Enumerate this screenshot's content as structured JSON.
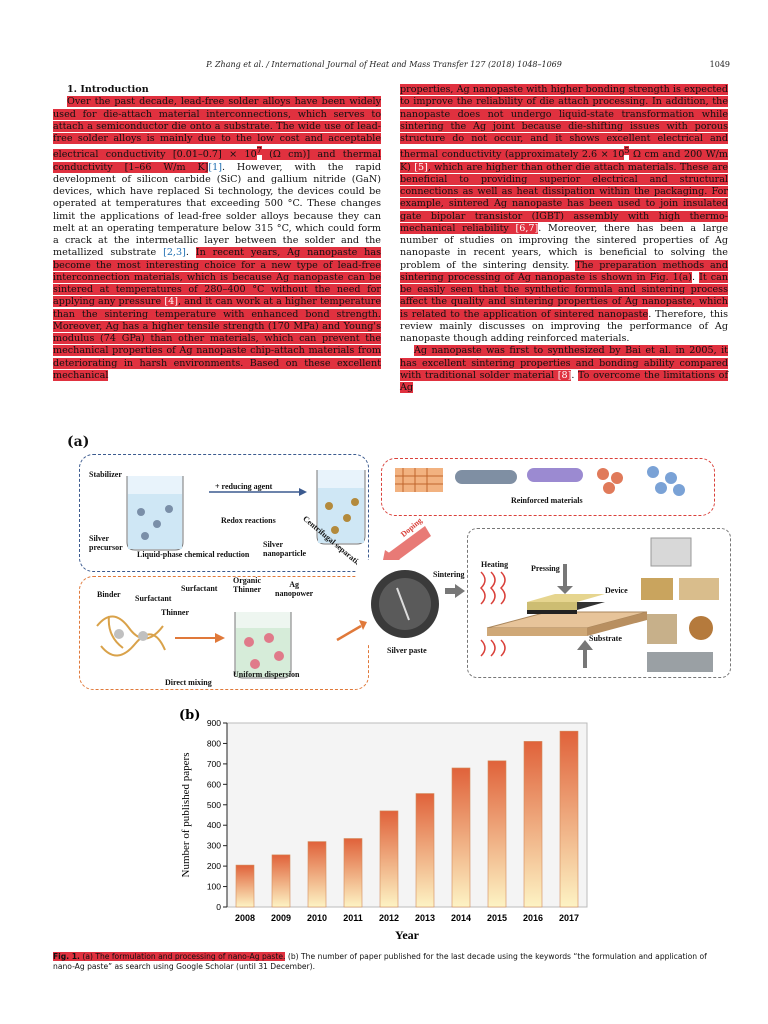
{
  "header": {
    "citation": "P. Zhang et al. / International Journal of Heat and Mass Transfer 127 (2018) 1048–1069",
    "page_number": "1049"
  },
  "intro": {
    "heading": "1. Introduction",
    "left_p1": {
      "hl1": "Over the past decade, lead-free solder alloys have been widely used for die-attach material interconnections, which serves to attach a semiconductor die onto a substrate. The wide use of lead-free solder alloys is mainly due to the low cost and acceptable electrical conductivity [0.01–0.7] × 10",
      "sup1": "7",
      "hl1b": " (Ω cm)] and thermal conductivity [1–66 W/m K]",
      "ref1": "[1]",
      "t1": ". However, with the rapid development of silicon carbide (SiC) and gallium nitride (GaN) devices, which have replaced Si technology, the devices could be operated at temperatures that exceeding 500 °C. These changes limit the applications of lead-free solder alloys because they can melt at an operating temperature below 315 °C, which could form a crack at the intermetallic layer between the solder and the metallized substrate ",
      "ref2": "[2,3]",
      "t2": ". ",
      "hl2": "In recent years, Ag nanopaste has become the most interesting choice for a new type of lead-free interconnection materials, which is because Ag nanopaste can be sintered at temperatures of 280–400 °C without the need for applying any pressure ",
      "ref3": "[4]",
      "hl2b": ", and it can work at a higher temperature than the sintering temperature with enhanced bond strength. Moreover, Ag has a higher tensile strength (170 MPa) and Young's modulus (74 GPa) than other materials, which can prevent the mechanical properties of Ag nanopaste chip-attach materials from deteriorating in harsh environments. Based on these excellent mechanical"
    },
    "right_p1": {
      "hl1": "properties, Ag nanopaste with higher bonding strength is expected to improve the reliability of die attach processing. In addition, the nanopaste does not undergo liquid-state transformation while sintering the Ag joint because die-shifting issues with porous structure do not occur, and it shows excellent electrical and thermal conductivity (approximately 2.6 × 10",
      "sup1": "5",
      "hl1b": " Ω cm and 200 W/m K) ",
      "ref1": "[5]",
      "hl1c": ", which are higher than other die attach materials. These are beneficial to providing superior electrical and structural connections as well as heat dissipation within the packaging. For example, sintered Ag nanopaste has been used to join insulated gate bipolar transistor (IGBT) assembly with high thermo-mechanical reliability ",
      "ref2": "[6,7]",
      "t1": ". Moreover, there has been a large number of studies on improving the sintered properties of Ag nanopaste in recent years, which is beneficial to solving the problem of the sintering density. ",
      "hl2": "The preparation methods and sintering processing of Ag nanopaste is shown in Fig. 1(a)",
      "t2": ". ",
      "hl3": "It can be easily seen that the synthetic formula and sintering process affect the quality and sintering properties of Ag nanopaste, which is related to the application of sintered nanopaste",
      "t3": ". Therefore, this review mainly discusses on improving the performance of Ag nanopaste though adding reinforced materials."
    },
    "right_p2": {
      "hl1": "Ag nanopaste was first to synthesized by Bai et al. in 2005, it has excellent sintering properties and bonding ability compared with traditional solder material ",
      "ref1": "[8]",
      "t1": ". ",
      "hl2": "To overcome the limitations of Ag"
    }
  },
  "figure_a": {
    "panel_label": "(a)",
    "stabilizer": "Stabilizer",
    "reducing_agent": "+ reducing agent",
    "redox": "Redox reactions",
    "silver_precursor": "Silver\nprecursor",
    "liquid_phase": "Liquid-phase chemical reduction",
    "silver_nanoparticle": "Silver\nnanoparticle",
    "centrifugal": "Centrifugal separation",
    "doping": "Doping",
    "reinforced": "Reinforced materials",
    "binder": "Binder",
    "surfactant1": "Surfactant",
    "surfactant2": "Surfactant",
    "thinner1": "Thinner",
    "organic_thinner": "Organic\nThinner",
    "ag_nanopower": "Ag\nnanopower",
    "uniform": "Uniform dispersion",
    "direct_mixing": "Direct mixing",
    "silver_paste": "Silver paste",
    "sintering": "Sintering",
    "heating": "Heating",
    "pressing": "Pressing",
    "device": "Device",
    "substrate": "Substrate",
    "colors": {
      "blue_box": "#3b5a8f",
      "red_box": "#d9403a",
      "orange_box": "#e0793a"
    }
  },
  "chart_data": {
    "type": "bar",
    "panel_label": "(b)",
    "categories": [
      "2008",
      "2009",
      "2010",
      "2011",
      "2012",
      "2013",
      "2014",
      "2015",
      "2016",
      "2017"
    ],
    "values": [
      205,
      255,
      320,
      335,
      470,
      555,
      680,
      715,
      810,
      860
    ],
    "xlabel": "Year",
    "ylabel": "Number of published papers",
    "ylim": [
      0,
      900
    ],
    "yticks": [
      "0",
      "100",
      "200",
      "300",
      "400",
      "500",
      "600",
      "700",
      "800",
      "900"
    ],
    "grid": false,
    "bar_color_top": "#e0623a",
    "bar_color_bottom": "#fdf3c4"
  },
  "caption": {
    "label": "Fig. 1.",
    "hl": " (a) The formulation and processing of nano-Ag paste.",
    "rest": " (b) The number of paper published for the last decade using the keywords “the formulation and application of nano-Ag paste” as search using Google Scholar (until 31 December)."
  }
}
